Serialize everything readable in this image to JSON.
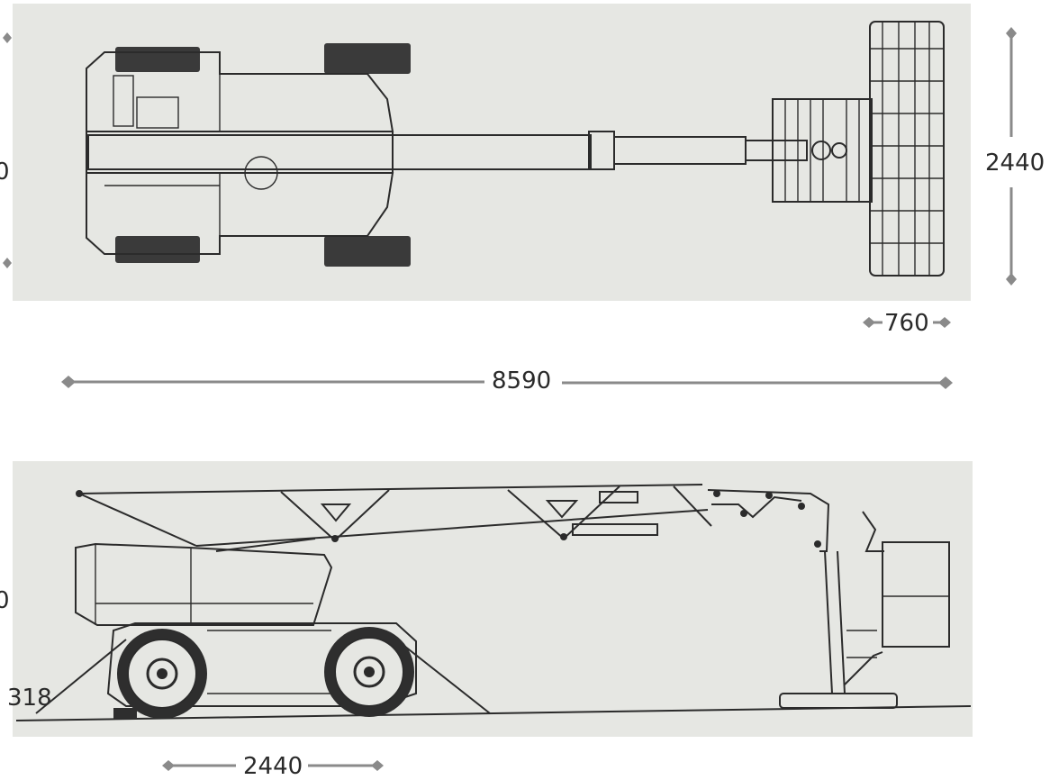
{
  "top_view": {
    "dims": {
      "left_cut": "0",
      "width": "2440",
      "basket": "760",
      "length": "8590"
    }
  },
  "side_view": {
    "dims": {
      "left_cut": "0",
      "clearance": "318",
      "wheelbase": "2440"
    }
  }
}
